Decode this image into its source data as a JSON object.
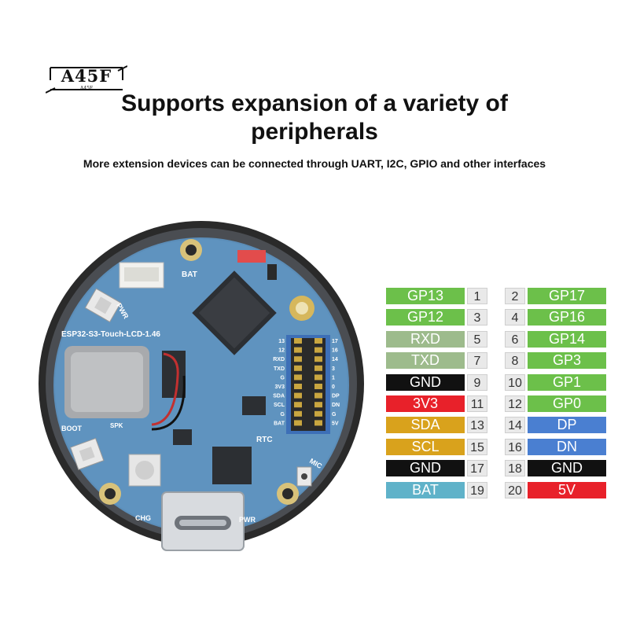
{
  "logo": {
    "text": "A45F",
    "sub": "A45F"
  },
  "headline": {
    "line1": "Supports expansion of a variety of",
    "line2": "peripherals",
    "subtitle": "More extension devices can be connected through UART, I2C, GPIO and other interfaces"
  },
  "board": {
    "silk_name": "ESP32-S3-Touch-LCD-1.46",
    "labels": {
      "bat": "BAT",
      "pwr": "PWR",
      "boot": "BOOT",
      "spk": "SPK",
      "rtc": "RTC",
      "mic": "MIC",
      "chg": "CHG",
      "pwr2": "PWR"
    },
    "header_left": [
      "13",
      "12",
      "RXD",
      "TXD",
      "G",
      "3V3",
      "SDA",
      "SCL",
      "G",
      "BAT"
    ],
    "header_right": [
      "17",
      "16",
      "14",
      "3",
      "1",
      "0",
      "DP",
      "DN",
      "G",
      "5V"
    ]
  },
  "pinout": {
    "left": [
      {
        "label": "GP13",
        "num": "1",
        "color": "#6cc04a"
      },
      {
        "label": "GP12",
        "num": "3",
        "color": "#6cc04a"
      },
      {
        "label": "RXD",
        "num": "5",
        "color": "#9dbb8c"
      },
      {
        "label": "TXD",
        "num": "7",
        "color": "#9dbb8c"
      },
      {
        "label": "GND",
        "num": "9",
        "color": "#111111"
      },
      {
        "label": "3V3",
        "num": "11",
        "color": "#e8212a"
      },
      {
        "label": "SDA",
        "num": "13",
        "color": "#d9a21c"
      },
      {
        "label": "SCL",
        "num": "15",
        "color": "#d9a21c"
      },
      {
        "label": "GND",
        "num": "17",
        "color": "#111111"
      },
      {
        "label": "BAT",
        "num": "19",
        "color": "#5fb2c9"
      }
    ],
    "right": [
      {
        "label": "GP17",
        "num": "2",
        "color": "#6cc04a"
      },
      {
        "label": "GP16",
        "num": "4",
        "color": "#6cc04a"
      },
      {
        "label": "GP14",
        "num": "6",
        "color": "#6cc04a"
      },
      {
        "label": "GP3",
        "num": "8",
        "color": "#6cc04a"
      },
      {
        "label": "GP1",
        "num": "10",
        "color": "#6cc04a"
      },
      {
        "label": "GP0",
        "num": "12",
        "color": "#6cc04a"
      },
      {
        "label": "DP",
        "num": "14",
        "color": "#4a7fd1"
      },
      {
        "label": "DN",
        "num": "16",
        "color": "#4a7fd1"
      },
      {
        "label": "GND",
        "num": "18",
        "color": "#111111"
      },
      {
        "label": "5V",
        "num": "20",
        "color": "#e8212a"
      }
    ]
  }
}
